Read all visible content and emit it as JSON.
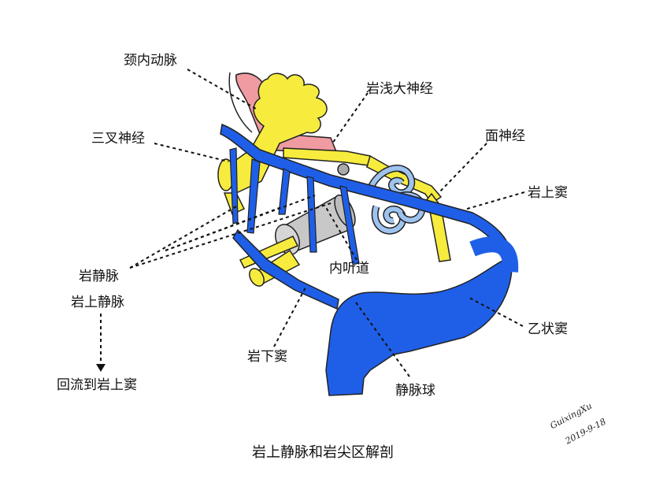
{
  "figure": {
    "caption": "岩上静脉和岩尖区解剖",
    "labels": {
      "internal_carotid": "颈内动脉",
      "greater_petrosal_nerve": "岩浅大神经",
      "trigeminal_nerve": "三叉神经",
      "facial_nerve": "面神经",
      "superior_petrosal_sinus": "岩上窦",
      "petrosal_vein": "岩静脉",
      "superior_petrosal_vein": "岩上静脉",
      "internal_auditory_canal": "内听道",
      "drains_to_sps": "回流到岩上窦",
      "sigmoid_sinus": "乙状窦",
      "inferior_petrosal_sinus": "岩下窦",
      "jugular_bulb": "静脉球"
    },
    "signature": {
      "name": "GuixingXu",
      "date": "2019-9-18"
    }
  },
  "colors": {
    "vein_blue": "#1f5fe8",
    "nerve_yellow": "#f7ec3e",
    "artery_pink": "#f09aa1",
    "canal_gray": "#c8c8c8",
    "cochlea_blue": "#9ec3ef",
    "outline": "#222222"
  }
}
